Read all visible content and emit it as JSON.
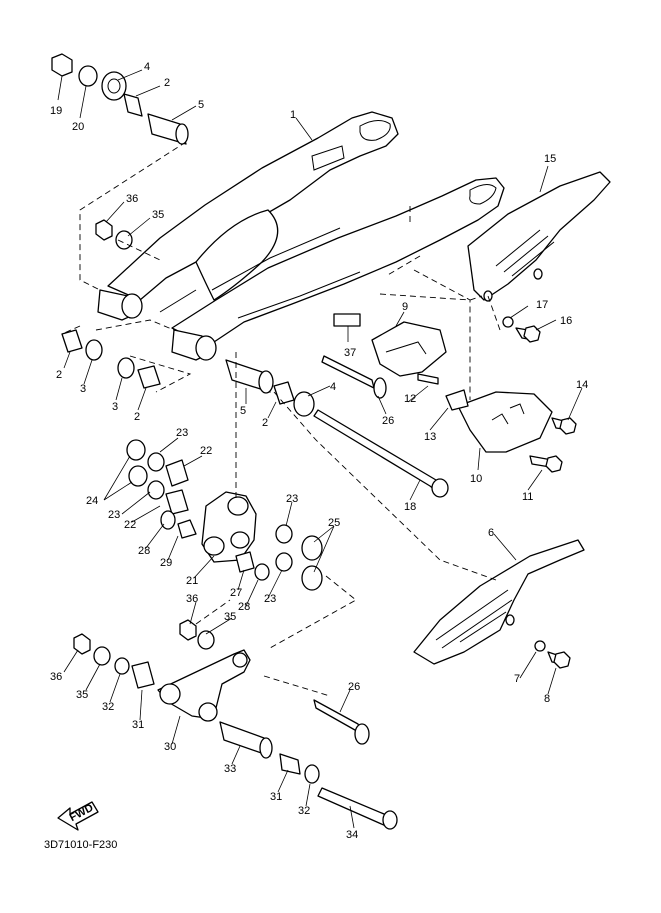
{
  "diagram_code": "3D71010-F230",
  "fwd_label": "FWD",
  "callouts": [
    "19",
    "20",
    "4",
    "2",
    "5",
    "1",
    "15",
    "36",
    "35",
    "17",
    "16",
    "9",
    "37",
    "14",
    "2",
    "3",
    "3",
    "2",
    "4",
    "26",
    "12",
    "13",
    "10",
    "11",
    "5",
    "2",
    "18",
    "23",
    "22",
    "24",
    "23",
    "22",
    "28",
    "29",
    "21",
    "27",
    "28",
    "23",
    "25",
    "23",
    "6",
    "36",
    "35",
    "7",
    "8",
    "36",
    "35",
    "32",
    "31",
    "30",
    "26",
    "33",
    "31",
    "32",
    "34"
  ]
}
